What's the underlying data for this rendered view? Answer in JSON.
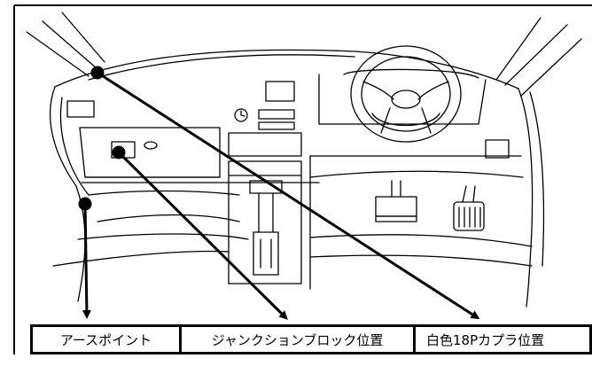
{
  "labels": {
    "earth_point": "アースポイント",
    "junction_block": "ジャンクションブロック位置",
    "white_18p_coupler": "白色18Pカプラ位置"
  },
  "colors": {
    "line": "#000000",
    "background": "#ffffff"
  }
}
